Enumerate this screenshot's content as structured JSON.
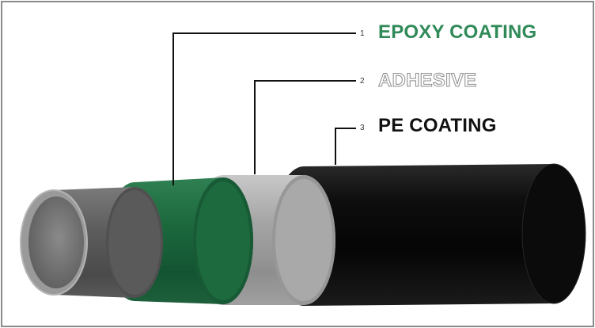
{
  "layers": [
    {
      "number": "1",
      "label": "EPOXY COATING",
      "color": "#2f8a58"
    },
    {
      "number": "2",
      "label": "ADHESIVE",
      "color": "#b5b5b5"
    },
    {
      "number": "3",
      "label": "PE COATING",
      "color": "#111111"
    }
  ],
  "colors": {
    "steel_pipe": "#6b6b6b",
    "epoxy": "#1f6b40",
    "adhesive": "#b0b0b0",
    "pe": "#101010",
    "frame": "#8a8a8a"
  }
}
